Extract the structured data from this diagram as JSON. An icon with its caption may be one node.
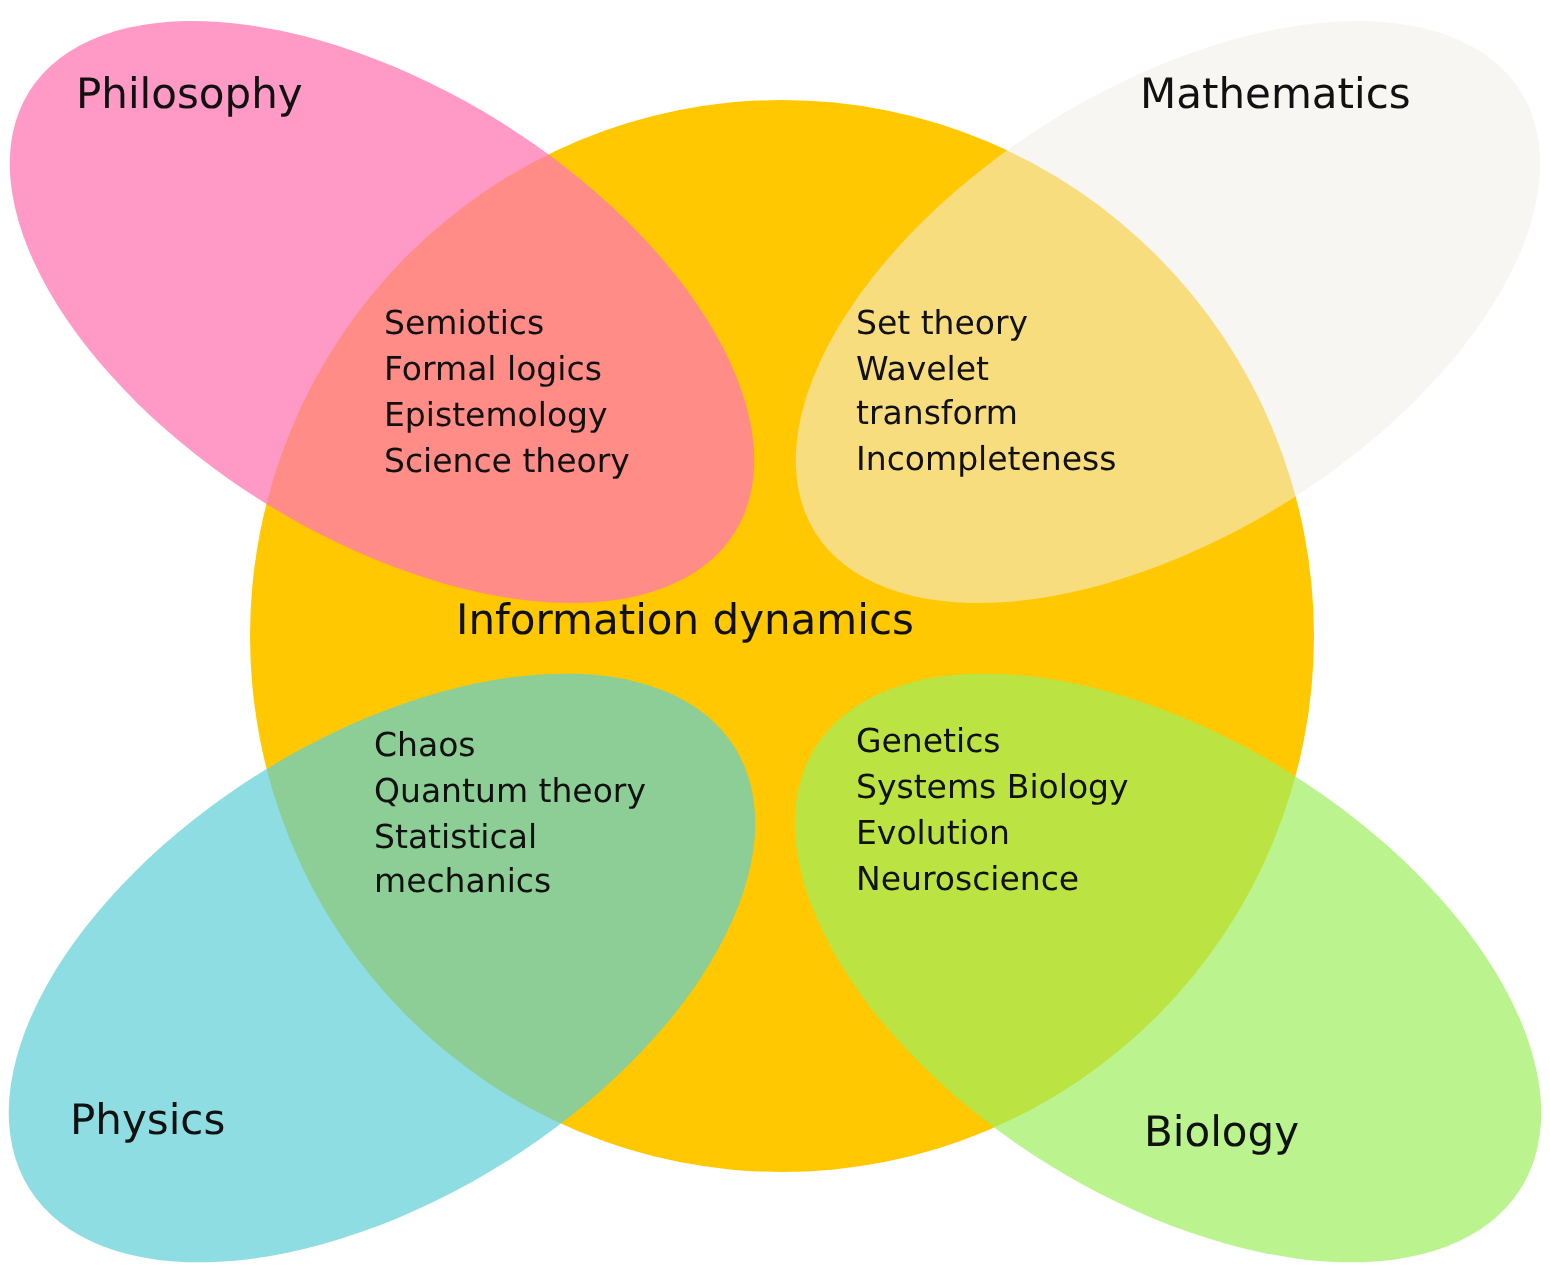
{
  "diagram": {
    "nodes": [
      {
        "text": [
          "Information dynamics"
        ]
      },
      {
        "text": [
          "Philosophy",
          "Semiotics",
          "Formal logics",
          "Epistemology",
          "Science theory"
        ]
      },
      {
        "text": [
          "Mathematics",
          "Set theory",
          "Wavelet transform",
          "Incompleteness"
        ]
      },
      {
        "text": [
          "Physics",
          "Chaos",
          "Quantum theory",
          "Statistical mechanics"
        ]
      },
      {
        "text": [
          "Biology",
          "Genetics",
          "Systems Biology",
          "Evolution",
          "Neuroscience"
        ]
      }
    ],
    "edges": []
  }
}
